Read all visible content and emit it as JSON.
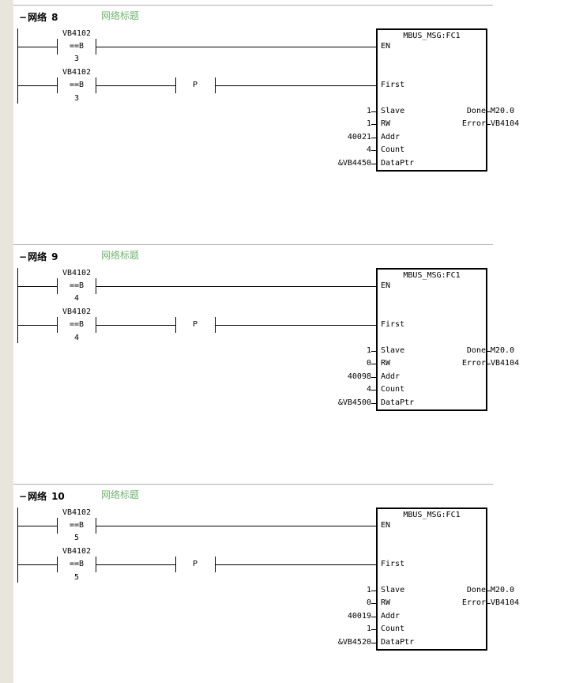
{
  "networks": [
    {
      "label": "网络",
      "number": "8",
      "title": "网络标题",
      "contact1": {
        "operand": "VB4102",
        "op": "==B",
        "value": "3"
      },
      "contact2": {
        "operand": "VB4102",
        "op": "==B",
        "value": "3"
      },
      "edge": "P",
      "block": {
        "name": "MBUS_MSG:FC1",
        "pins": {
          "en": "EN",
          "first": "First",
          "slave": "Slave",
          "rw": "RW",
          "addr": "Addr",
          "count": "Count",
          "dataptr": "DataPtr",
          "done": "Done",
          "error": "Error"
        },
        "inputs": {
          "slave": "1",
          "rw": "1",
          "addr": "40021",
          "count": "4",
          "dataptr": "&VB4450"
        },
        "outputs": {
          "done": "M20.0",
          "error": "VB4104"
        }
      }
    },
    {
      "label": "网络",
      "number": "9",
      "title": "网络标题",
      "contact1": {
        "operand": "VB4102",
        "op": "==B",
        "value": "4"
      },
      "contact2": {
        "operand": "VB4102",
        "op": "==B",
        "value": "4"
      },
      "edge": "P",
      "block": {
        "name": "MBUS_MSG:FC1",
        "pins": {
          "en": "EN",
          "first": "First",
          "slave": "Slave",
          "rw": "RW",
          "addr": "Addr",
          "count": "Count",
          "dataptr": "DataPtr",
          "done": "Done",
          "error": "Error"
        },
        "inputs": {
          "slave": "1",
          "rw": "0",
          "addr": "40098",
          "count": "4",
          "dataptr": "&VB4500"
        },
        "outputs": {
          "done": "M20.0",
          "error": "VB4104"
        }
      }
    },
    {
      "label": "网络",
      "number": "10",
      "title": "网络标题",
      "contact1": {
        "operand": "VB4102",
        "op": "==B",
        "value": "5"
      },
      "contact2": {
        "operand": "VB4102",
        "op": "==B",
        "value": "5"
      },
      "edge": "P",
      "block": {
        "name": "MBUS_MSG:FC1",
        "pins": {
          "en": "EN",
          "first": "First",
          "slave": "Slave",
          "rw": "RW",
          "addr": "Addr",
          "count": "Count",
          "dataptr": "DataPtr",
          "done": "Done",
          "error": "Error"
        },
        "inputs": {
          "slave": "1",
          "rw": "0",
          "addr": "40019",
          "count": "1",
          "dataptr": "&VB4520"
        },
        "outputs": {
          "done": "M20.0",
          "error": "VB4104"
        }
      }
    }
  ]
}
